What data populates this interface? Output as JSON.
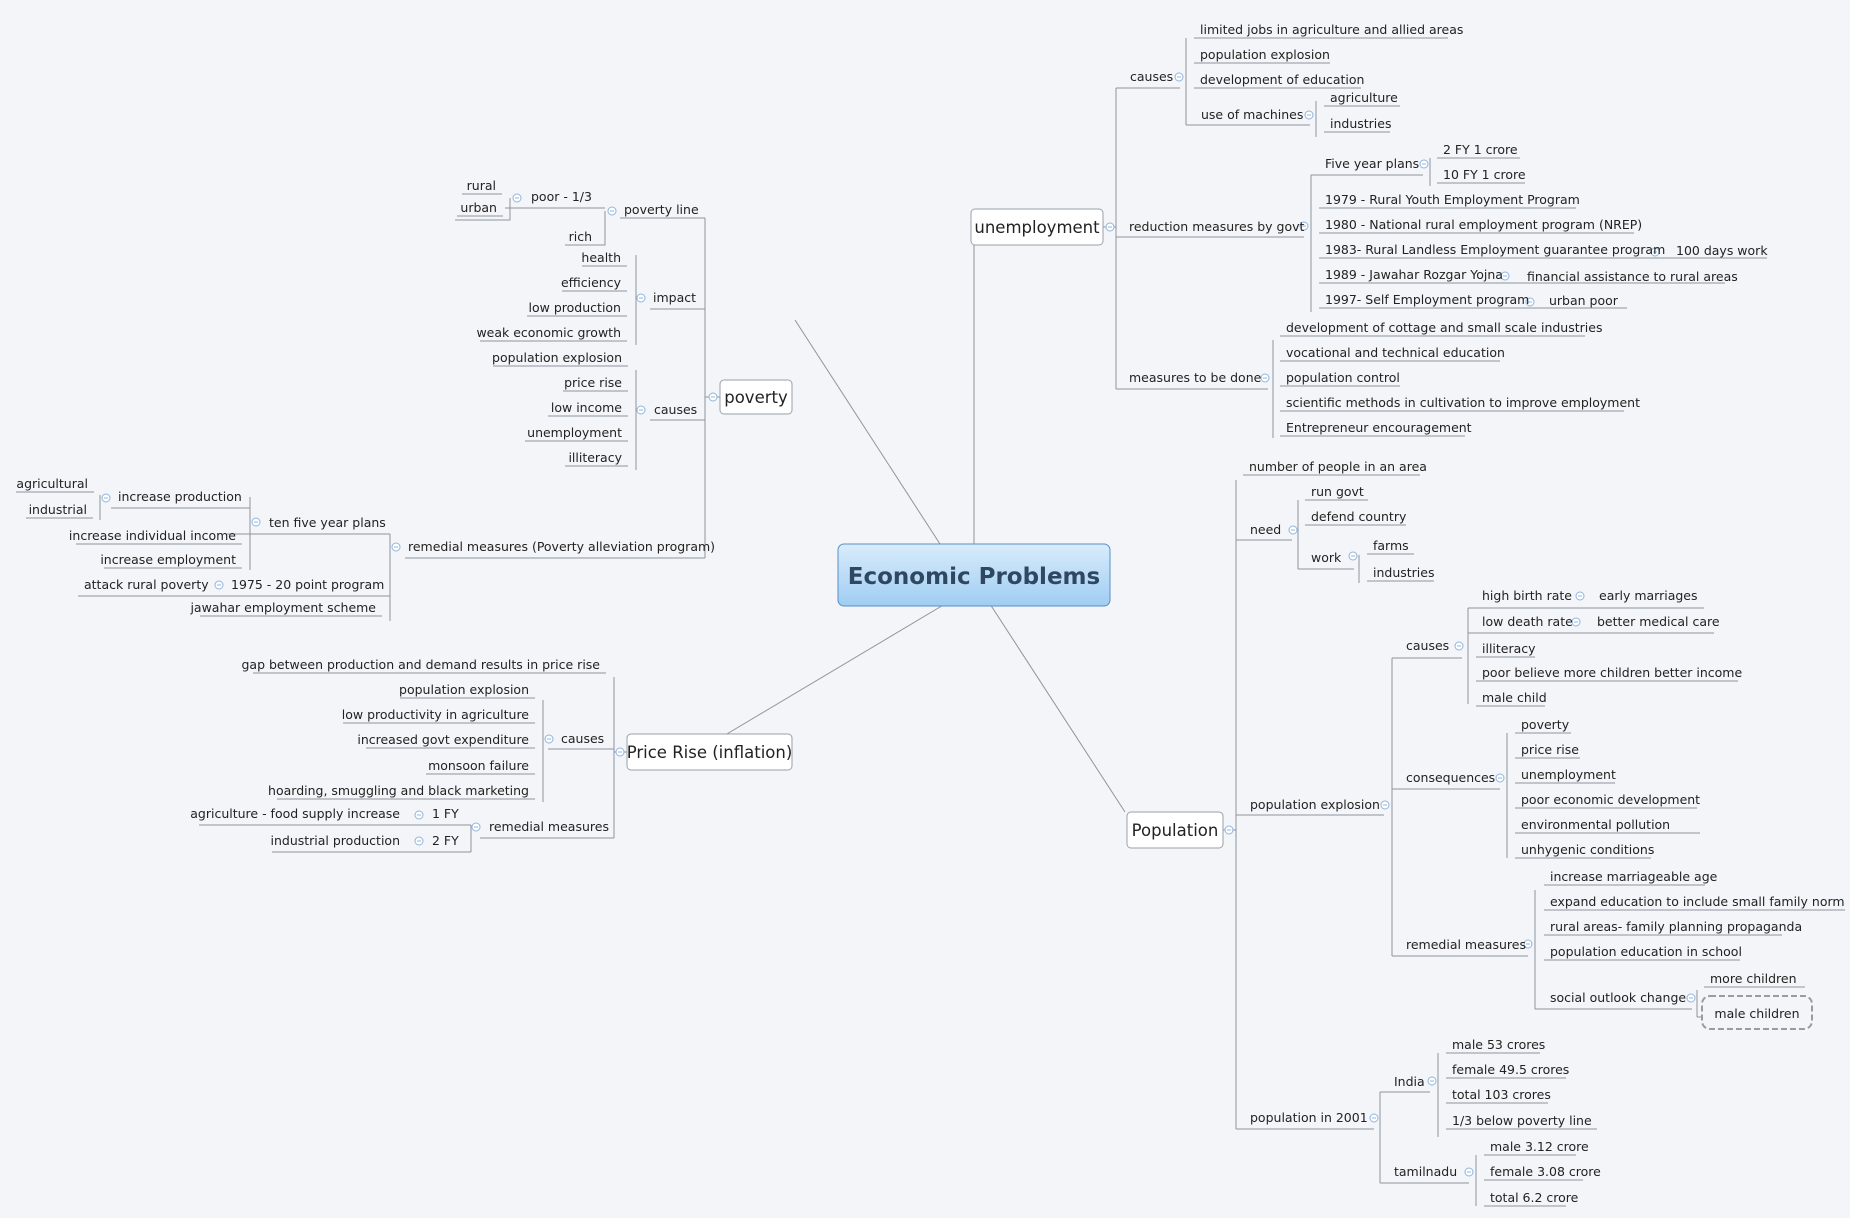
{
  "title": "Economic Problems",
  "colors": {
    "background": "#f3f5f9",
    "root_fill_top": "#d9ecfb",
    "root_fill_bottom": "#9fcdf2",
    "root_border": "#5b8fc4",
    "root_text": "#2f4760",
    "line": "#8e959e",
    "text": "#222222",
    "collapse_dot": "#8fb4e0"
  },
  "branches": {
    "poverty": {
      "label": "poverty",
      "poverty_line": {
        "label": "poverty line",
        "poor": "poor - 1/3",
        "rural": "rural",
        "urban": "urban",
        "rich": "rich"
      },
      "impact": {
        "label": "impact",
        "items": [
          "health",
          "efficiency",
          "low production",
          "weak economic growth"
        ]
      },
      "causes": {
        "label": "causes",
        "items": [
          "population explosion",
          "price rise",
          "low income",
          "unemployment",
          "illiteracy"
        ]
      },
      "remedial": {
        "label": "remedial measures (Poverty alleviation program)",
        "ten_plans": "ten five year plans",
        "increase_production": "increase production",
        "agricultural": "agricultural",
        "industrial": "industrial",
        "increase_income": "increase individual income",
        "increase_employment": "increase employment",
        "point_program": "1975 - 20 point program",
        "attack_poverty": "attack rural poverty",
        "jawahar": "jawahar employment scheme"
      }
    },
    "price_rise": {
      "label": "Price Rise (inflation)",
      "gap": "gap between production  and demand results in price rise",
      "causes": {
        "label": "causes",
        "items": [
          "population explosion",
          "low productivity  in agriculture",
          "increased govt expenditure",
          "monsoon failure",
          "hoarding, smuggling and black marketing"
        ]
      },
      "remedial": {
        "label": "remedial measures",
        "fy1": "1 FY",
        "fy1_item": "agriculture - food supply increase",
        "fy2": "2 FY",
        "fy2_item": "industrial production"
      }
    },
    "unemployment": {
      "label": "unemployment",
      "causes": {
        "label": "causes",
        "items": [
          "limited jobs in agriculture and allied areas",
          "population explosion",
          "development of education"
        ],
        "machines": "use of machines",
        "machine_items": [
          "agriculture",
          "industries"
        ]
      },
      "govt": {
        "label": "reduction measures by govt",
        "five_year": "Five year plans",
        "fy_items": [
          "2 FY 1 crore",
          "10 FY 1 crore"
        ],
        "p1979": "1979 - Rural Youth Employment Program",
        "p1980": "1980 - National rural employment program (NREP)",
        "p1983": "1983- Rural Landless Employment guarantee program",
        "p1983_note": "100 days work",
        "p1989": "1989 - Jawahar Rozgar Yojna",
        "p1989_note": "financial assistance to rural areas",
        "p1997": "1997- Self Employment program",
        "p1997_note": "urban poor"
      },
      "todo": {
        "label": "measures to be done",
        "items": [
          "development of cottage and small scale industries",
          "vocational and technical education",
          "population control",
          "scientific methods in cultivation to improve employment",
          "Entrepreneur encouragement"
        ]
      }
    },
    "population": {
      "label": "Population",
      "number": "number of people in an area",
      "need": {
        "label": "need",
        "run": "run govt",
        "defend": "defend country",
        "work": "work",
        "farms": "farms",
        "industries": "industries"
      },
      "explosion": {
        "label": "population explosion",
        "causes": {
          "label": "causes",
          "high_birth": "high birth rate",
          "early_marriages": "early marriages",
          "low_death": "low death rate",
          "medical": "better medical care",
          "illiteracy": "illiteracy",
          "poor_believe": "poor believe more children better income",
          "male_child": "male child"
        },
        "consequences": {
          "label": "consequences",
          "items": [
            "poverty",
            "price rise",
            "unemployment",
            "poor economic development",
            "environmental pollution",
            "unhygenic conditions"
          ]
        },
        "remedial": {
          "label": "remedial measures",
          "items": [
            "increase marriageable age",
            "expand  education to include small family norm",
            "rural areas- family planning propaganda",
            "population  education in school"
          ],
          "social": "social outlook change",
          "more_children": "more children",
          "male_children": "male children"
        }
      },
      "y2001": {
        "label": "population in 2001",
        "india": "India",
        "india_items": [
          "male 53 crores",
          "female 49.5 crores",
          "total 103 crores",
          "1/3 below poverty line"
        ],
        "tamilnadu": "tamilnadu",
        "tn_items": [
          "male 3.12 crore",
          "female 3.08 crore",
          "total 6.2 crore"
        ]
      }
    }
  }
}
